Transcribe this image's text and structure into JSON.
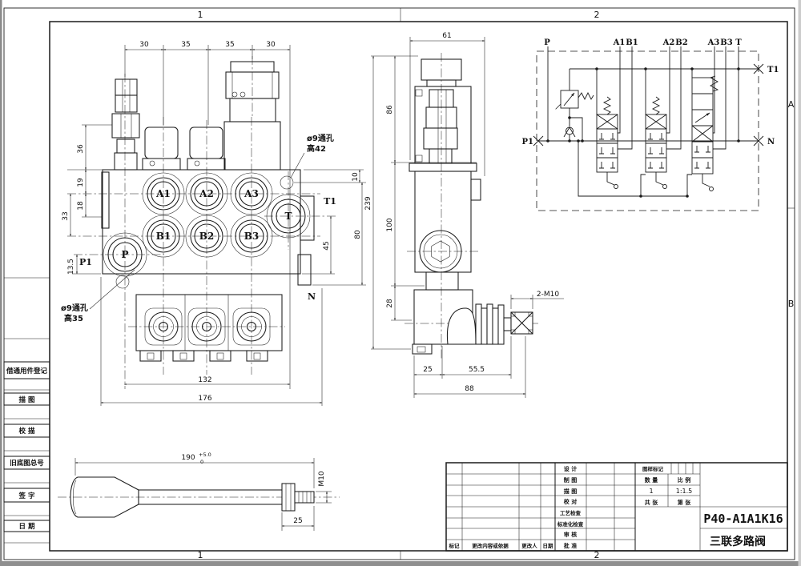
{
  "sheet": {
    "zones": {
      "top1": "1",
      "top2": "2",
      "bottom1": "1",
      "bottom2": "2",
      "rightA": "A",
      "rightB": "B"
    }
  },
  "left_column": {
    "items": [
      "借通用件登记",
      "描 图",
      "校 描",
      "旧底图总号",
      "签 字",
      "日 期"
    ]
  },
  "title_block": {
    "process_rows": [
      "设 计",
      "制 图",
      "描 图",
      "校 对",
      "工艺检查",
      "标准化检查",
      "审 核",
      "批 准"
    ],
    "revision_labels": [
      "标记",
      "更改内容或依据",
      "更改人",
      "日期"
    ],
    "mark_label": "图样标记",
    "qty_label": "数 量",
    "scale_label": "比 例",
    "qty_value": "1",
    "scale_value": "1:1.5",
    "total_label": "共 张",
    "page_label": "第 张",
    "model": "P40-A1A1K16",
    "product_name": "三联多路阀"
  },
  "front_view": {
    "ports": {
      "a1": "A1",
      "a2": "A2",
      "a3": "A3",
      "b1": "B1",
      "b2": "B2",
      "b3": "B3",
      "p": "P",
      "t": "T"
    },
    "labels": {
      "p1": "P1",
      "t1": "T1",
      "n": "N"
    },
    "notes": {
      "hole_top_1": "ø9通孔",
      "hole_top_2": "高42",
      "hole_bottom_1": "ø9通孔",
      "hole_bottom_2": "高35"
    },
    "dims": {
      "top_30a": "30",
      "top_35a": "35",
      "top_35b": "35",
      "top_30b": "30",
      "left_36": "36",
      "left_19": "19",
      "left_18": "18",
      "left_33": "33",
      "left_13_5": "13.5",
      "right_10": "10",
      "right_80": "80",
      "right_45": "45",
      "bottom_132": "132",
      "bottom_176": "176"
    }
  },
  "side_view": {
    "dims": {
      "w_61": "61",
      "h_86": "86",
      "h_100": "100",
      "h_28": "28",
      "h_239": "239",
      "b_25": "25",
      "b_55_5": "55.5",
      "b_88": "88"
    },
    "thread_note": "2-M10"
  },
  "handle_view": {
    "dims": {
      "length": "190",
      "tol_upper": "+5.0",
      "tol_lower": "0",
      "thread": "M10",
      "tail": "25"
    }
  },
  "schematic": {
    "labels": {
      "p": "P",
      "a1": "A1",
      "b1": "B1",
      "a2": "A2",
      "b2": "B2",
      "a3": "A3",
      "b3": "B3",
      "t": "T",
      "t1": "T1",
      "n": "N",
      "p1": "P1"
    }
  },
  "colors": {
    "ink": "#1b1b1b",
    "paper": "#ffffff"
  }
}
